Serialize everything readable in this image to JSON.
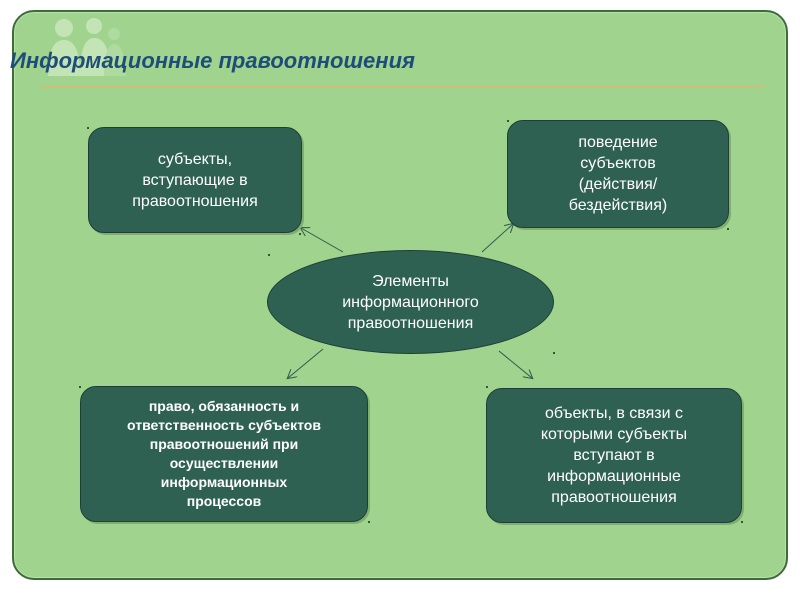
{
  "title": "Информационные правоотношения",
  "center": {
    "text": "Элементы\nинформационного\nправоотношения"
  },
  "boxes": {
    "subjects": "субъекты,\nвступающие в\nправоотношения",
    "behavior": "поведение\nсубъектов\n(действия/\nбездействия)",
    "rights": "право, обязанность и\nответственность субъектов\nправоотношений при\nосуществлении\nинформационных\nпроцессов",
    "objects": "объекты, в связи с\nкоторыми субъекты\nвступают в\nинформационные\nправоотношения"
  },
  "colors": {
    "background": "#9fd38e",
    "box_fill": "#2f6153",
    "title": "#1f4d7a",
    "rule": "#c9c07a"
  },
  "icons": {
    "logo": "people-silhouette-logo",
    "arrows": "arrow-icon"
  }
}
